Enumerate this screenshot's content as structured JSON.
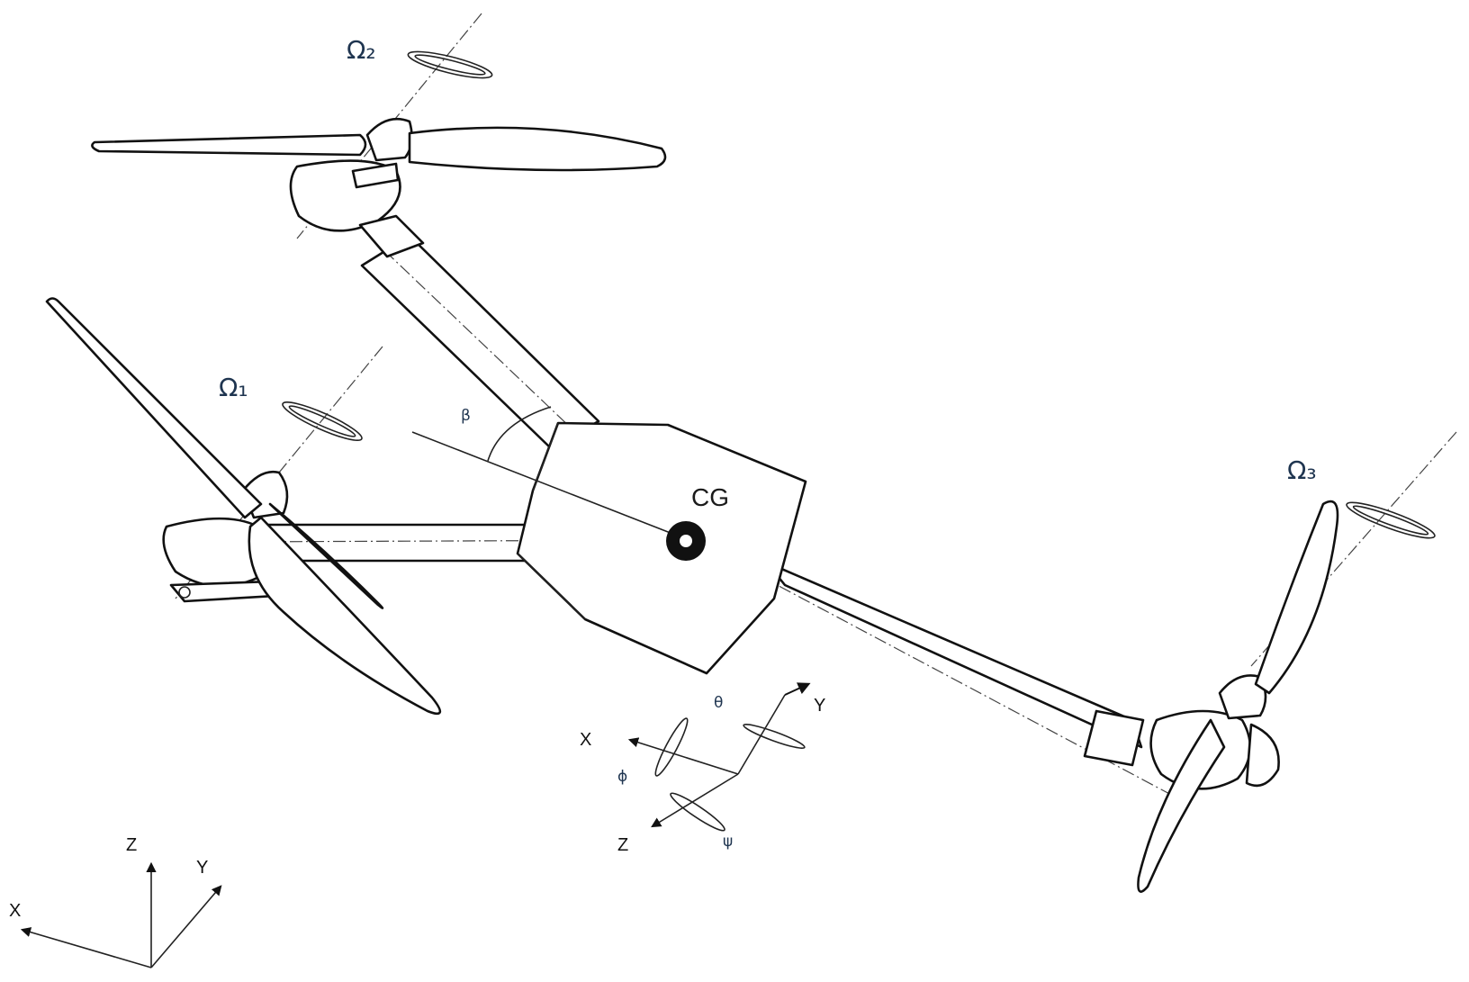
{
  "rotor_labels": {
    "omega1": "Ω₁",
    "omega2": "Ω₂",
    "omega3": "Ω₃"
  },
  "cg_label": "CG",
  "beta_label": "β",
  "body_axes": {
    "x": "X",
    "y": "Y",
    "z": "Z",
    "theta": "θ",
    "phi": "ϕ",
    "psi": "ψ"
  },
  "world_axes": {
    "x": "X",
    "y": "Y",
    "z": "Z"
  },
  "colors": {
    "ink": "#111111",
    "label": "#1f3550"
  }
}
